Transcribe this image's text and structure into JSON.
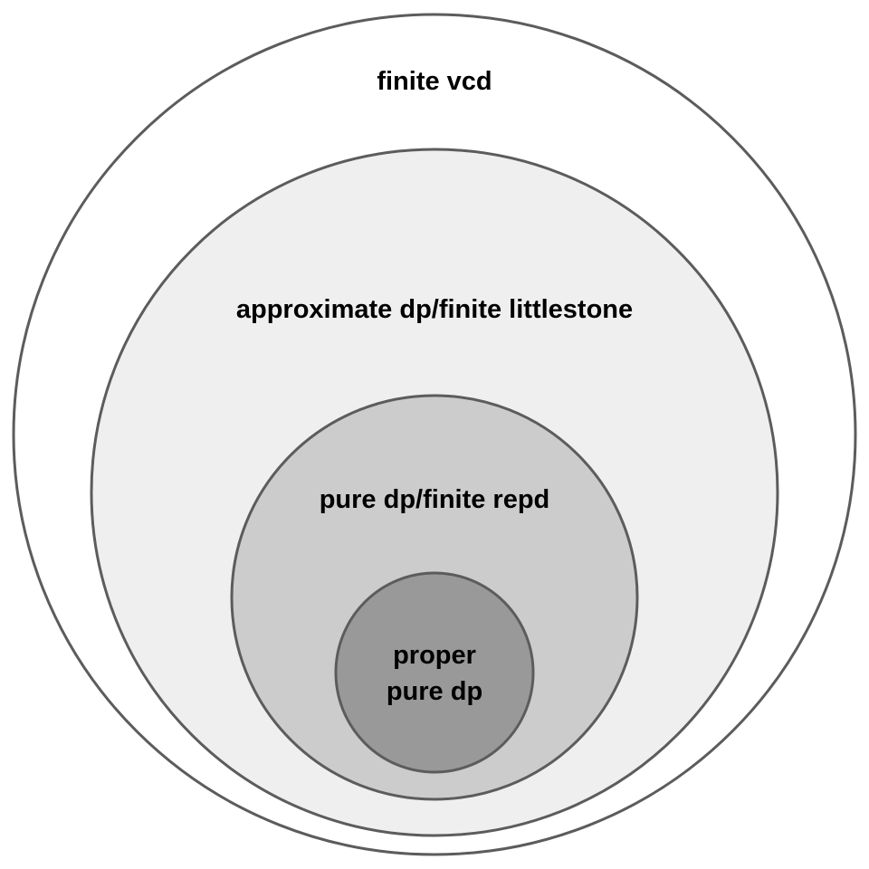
{
  "diagram": {
    "type": "nested-set-diagram",
    "sets": [
      {
        "id": "outer",
        "label_lines": [
          "finite vcd"
        ],
        "fill": "#ffffff"
      },
      {
        "id": "second",
        "label_lines": [
          "approximate dp/finite littlestone"
        ],
        "fill": "#efefef"
      },
      {
        "id": "third",
        "label_lines": [
          "pure dp/finite repd"
        ],
        "fill": "#cccccc"
      },
      {
        "id": "inner",
        "label_lines": [
          "proper",
          "pure dp"
        ],
        "fill": "#999999"
      }
    ],
    "stroke_color": "#5c5c5c"
  }
}
